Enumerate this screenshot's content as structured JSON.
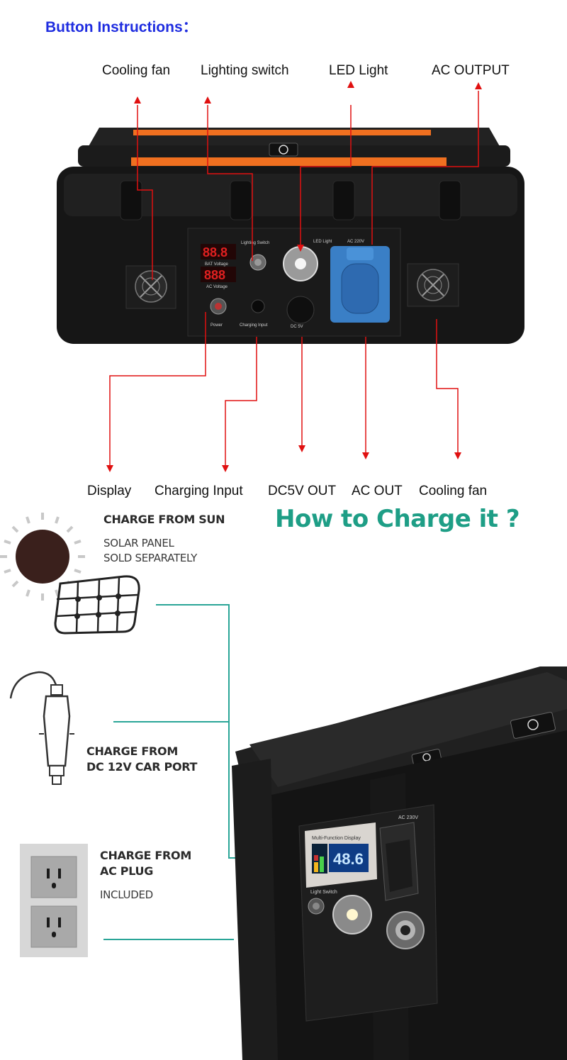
{
  "header": {
    "title": "Button Instructions："
  },
  "top_labels": {
    "cooling_fan": "Cooling fan",
    "lighting_switch": "Lighting switch",
    "led_light": "LED Light",
    "ac_output": "AC OUTPUT"
  },
  "bottom_labels": {
    "display": "Display",
    "charging_input": "Charging Input",
    "dc5v_out": "DC5V OUT",
    "ac_out": "AC OUT",
    "cooling_fan": "Cooling fan"
  },
  "panel": {
    "digit_readout_1": "88.8",
    "digit_readout_2": "888",
    "bat_voltage": "BAT Voltage",
    "ac_voltage": "AC Voltage",
    "lighting_switch": "Lighting Switch",
    "led_light": "LED Light",
    "ac_220v": "AC 220V",
    "power": "Power",
    "charging_input": "Charging Input",
    "dc_5v": "DC 5V"
  },
  "charge": {
    "headline": "How to Charge it ?",
    "sun_title": "CHARGE FROM SUN",
    "sun_sub_1": "SOLAR PANEL",
    "sun_sub_2": "SOLD SEPARATELY",
    "car_title_1": "CHARGE FROM",
    "car_title_2": "DC 12V CAR PORT",
    "ac_title_1": "CHARGE FROM",
    "ac_title_2": "AC PLUG",
    "ac_sub": "INCLUDED"
  },
  "device2": {
    "display_title": "Multi-Function Display",
    "display_value": "48.6",
    "ac_label": "AC 230V",
    "light_switch": "Light Switch"
  },
  "colors": {
    "title_blue": "#1f2de0",
    "accent_green": "#1e9e86",
    "arrow_red": "#e01010",
    "line_teal": "#2aa597",
    "case_orange": "#f07020"
  }
}
